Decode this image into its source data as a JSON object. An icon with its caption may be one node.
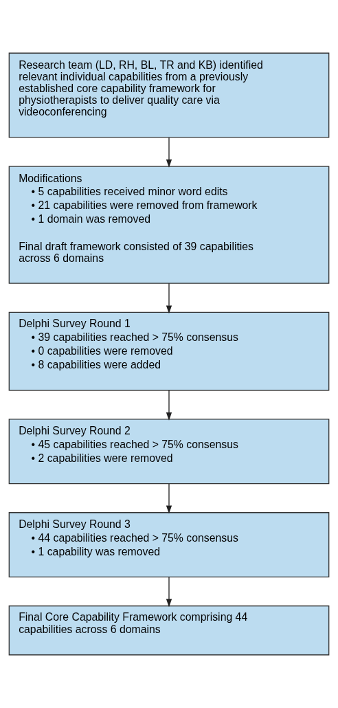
{
  "diagram": {
    "nodes": [
      {
        "text": [
          "Research team (LD, RH, BL, TR and KB) identified relevant individual capabilities from a previously established core capability framework for physiotherapists to deliver quality care via videoconferencing"
        ]
      },
      {
        "text": [
          "Modifications",
          "• 5 capabilities received minor word edits",
          "• 21 capabilities were removed from framework",
          "• 1 domain was removed",
          "Final draft framework consisted of 39 capabilities across 6 domains"
        ]
      },
      {
        "text": [
          "Delphi Survey Round 1",
          "• 39 capabilities reached > 75% consensus",
          "• 0 capabilities were removed",
          "• 8 capabilities were added"
        ]
      },
      {
        "text": [
          "Delphi Survey Round 2",
          "• 45 capabilities reached > 75% consensus",
          "• 2 capabilities were removed"
        ]
      },
      {
        "text": [
          "Delphi Survey Round 3",
          "• 44 capabilities reached > 75% consensus",
          "• 1 capability was removed"
        ]
      },
      {
        "text": [
          "Final Core Capability Framework comprising 44 capabilities across 6 domains"
        ]
      }
    ],
    "edges": [
      {
        "from": 0,
        "to": 1,
        "arrow": "to"
      },
      {
        "from": 1,
        "to": 2,
        "arrow": "to"
      },
      {
        "from": 2,
        "to": 3,
        "arrow": "to"
      },
      {
        "from": 3,
        "to": 4,
        "arrow": "to"
      },
      {
        "from": 4,
        "to": 5,
        "arrow": "to"
      }
    ]
  }
}
